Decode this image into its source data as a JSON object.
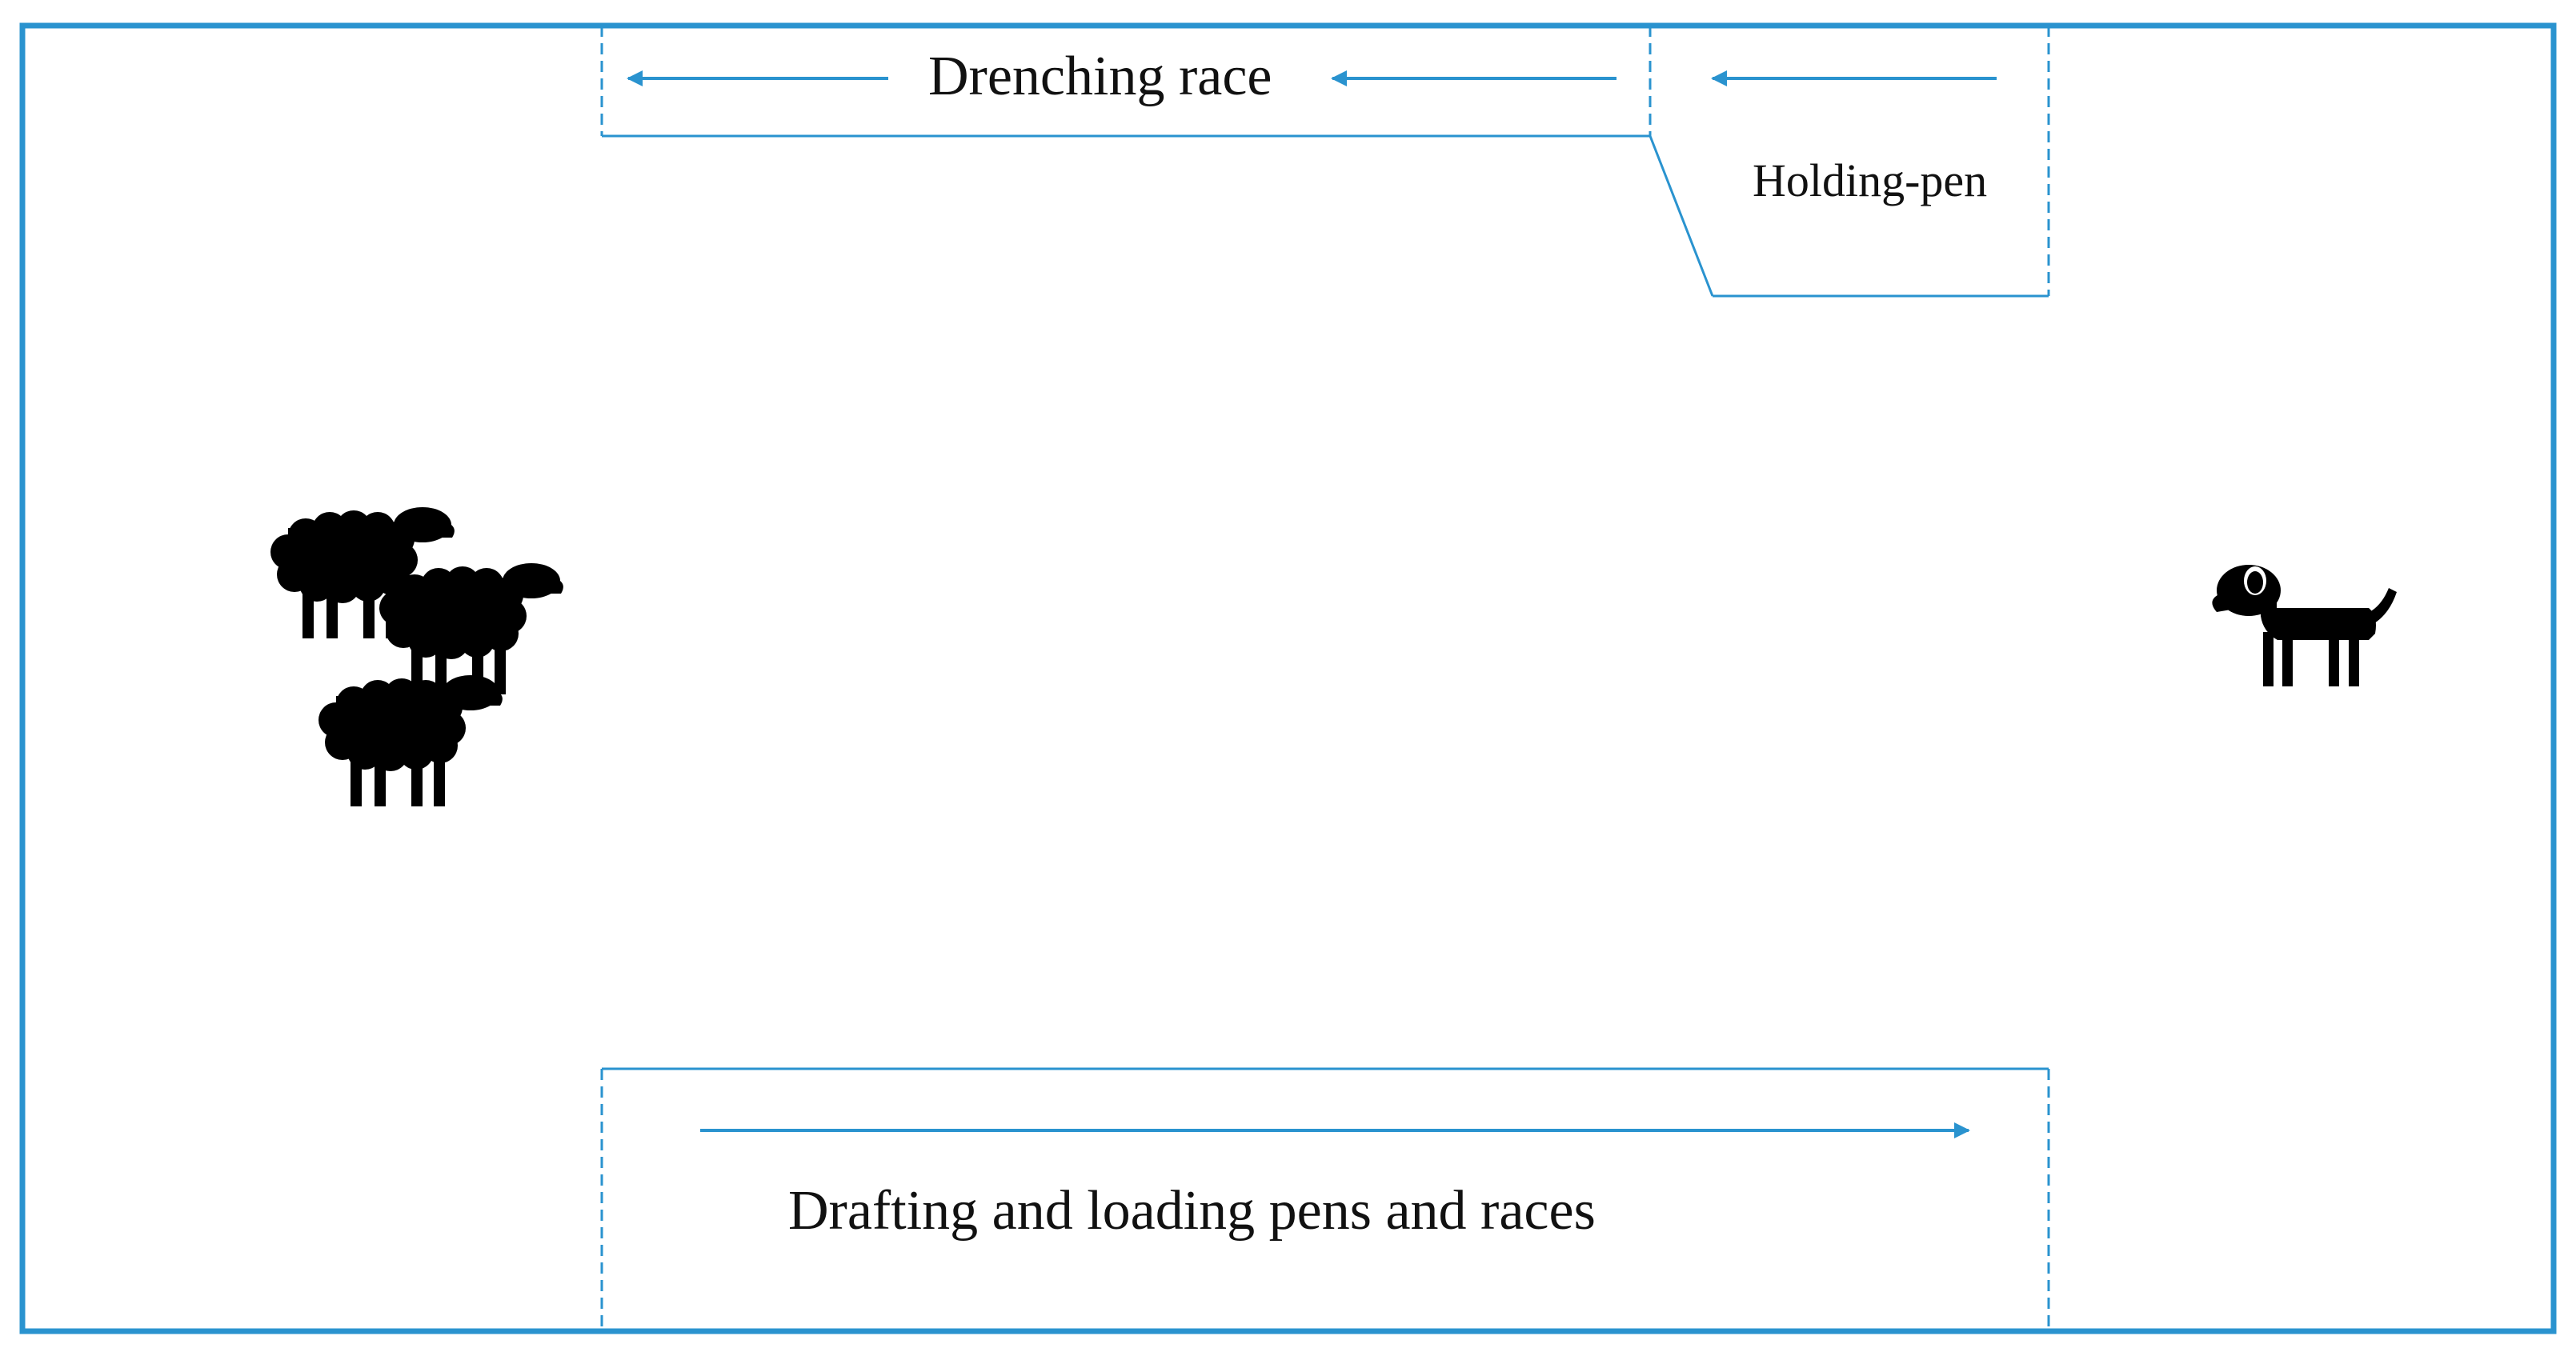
{
  "labels": {
    "drenching_race": "Drenching race",
    "holding_pen": "Holding-pen",
    "drafting_pens": "Drafting and loading pens and races"
  },
  "icons": {
    "sheep": "sheep-icon",
    "dog": "dog-icon",
    "flow_arrow": "arrow-icon"
  },
  "colors": {
    "line": "#2a93cf",
    "animal": "#000000",
    "text": "#111111"
  }
}
